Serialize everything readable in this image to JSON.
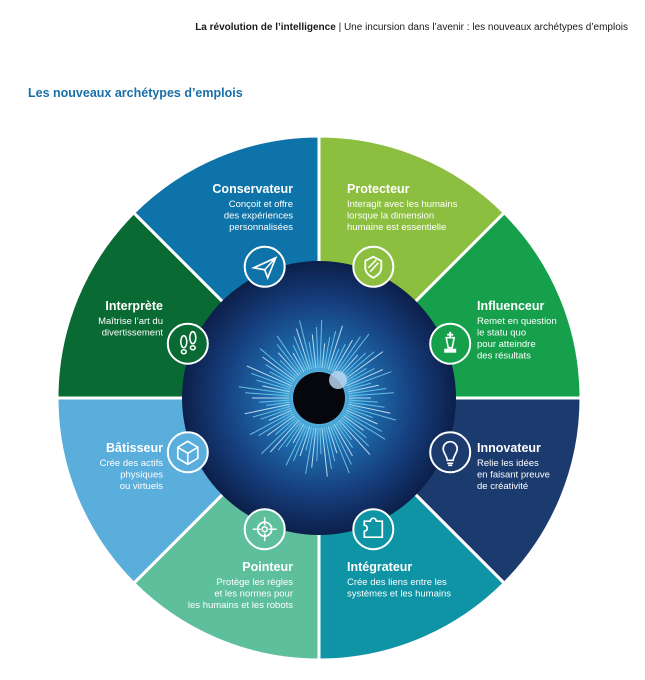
{
  "header": {
    "title_bold": "La révolution de l’intelligence",
    "separator": " | ",
    "subtitle": "Une incursion dans l’avenir : les nouveaux archétypes d’emplois"
  },
  "section_title": "Les nouveaux archétypes d’emplois",
  "segments": [
    {
      "id": "protecteur",
      "title": "Protecteur",
      "desc": [
        "Interagit avec les humains",
        "lorsque la dimension",
        "humaine est essentielle"
      ],
      "color": "#8cbf3f",
      "icon": "shield-icon",
      "align": "left"
    },
    {
      "id": "influenceur",
      "title": "Influenceur",
      "desc": [
        "Remet en question",
        "le statu quo",
        "pour atteindre",
        "des résultats"
      ],
      "color": "#16a04b",
      "icon": "chess-king-icon",
      "align": "left"
    },
    {
      "id": "innovateur",
      "title": "Innovateur",
      "desc": [
        "Relie les idées",
        "en faisant preuve",
        "de créativité"
      ],
      "color": "#1b3a6e",
      "icon": "lightbulb-icon",
      "align": "left"
    },
    {
      "id": "integrateur",
      "title": "Intégrateur",
      "desc": [
        "Crée des liens entre les",
        "systèmes et les humains"
      ],
      "color": "#0f94a5",
      "icon": "puzzle-icon",
      "align": "left"
    },
    {
      "id": "pointeur",
      "title": "Pointeur",
      "desc": [
        "Protège les règles",
        "et les normes pour",
        "les humains et les robots"
      ],
      "color": "#5ebf9d",
      "icon": "target-icon",
      "align": "right"
    },
    {
      "id": "batisseur",
      "title": "Bâtisseur",
      "desc": [
        "Crée des actifs",
        "physiques",
        "ou virtuels"
      ],
      "color": "#5aaedc",
      "icon": "cube-icon",
      "align": "right"
    },
    {
      "id": "interprete",
      "title": "Interprète",
      "desc": [
        "Maîtrise l’art du",
        "divertissement"
      ],
      "color": "#0a6a34",
      "icon": "footprints-icon",
      "align": "right"
    },
    {
      "id": "conservateur",
      "title": "Conservateur",
      "desc": [
        "Conçoit et offre",
        "des expériences",
        "personnalisées"
      ],
      "color": "#0e73a8",
      "icon": "paper-plane-icon",
      "align": "right"
    }
  ]
}
